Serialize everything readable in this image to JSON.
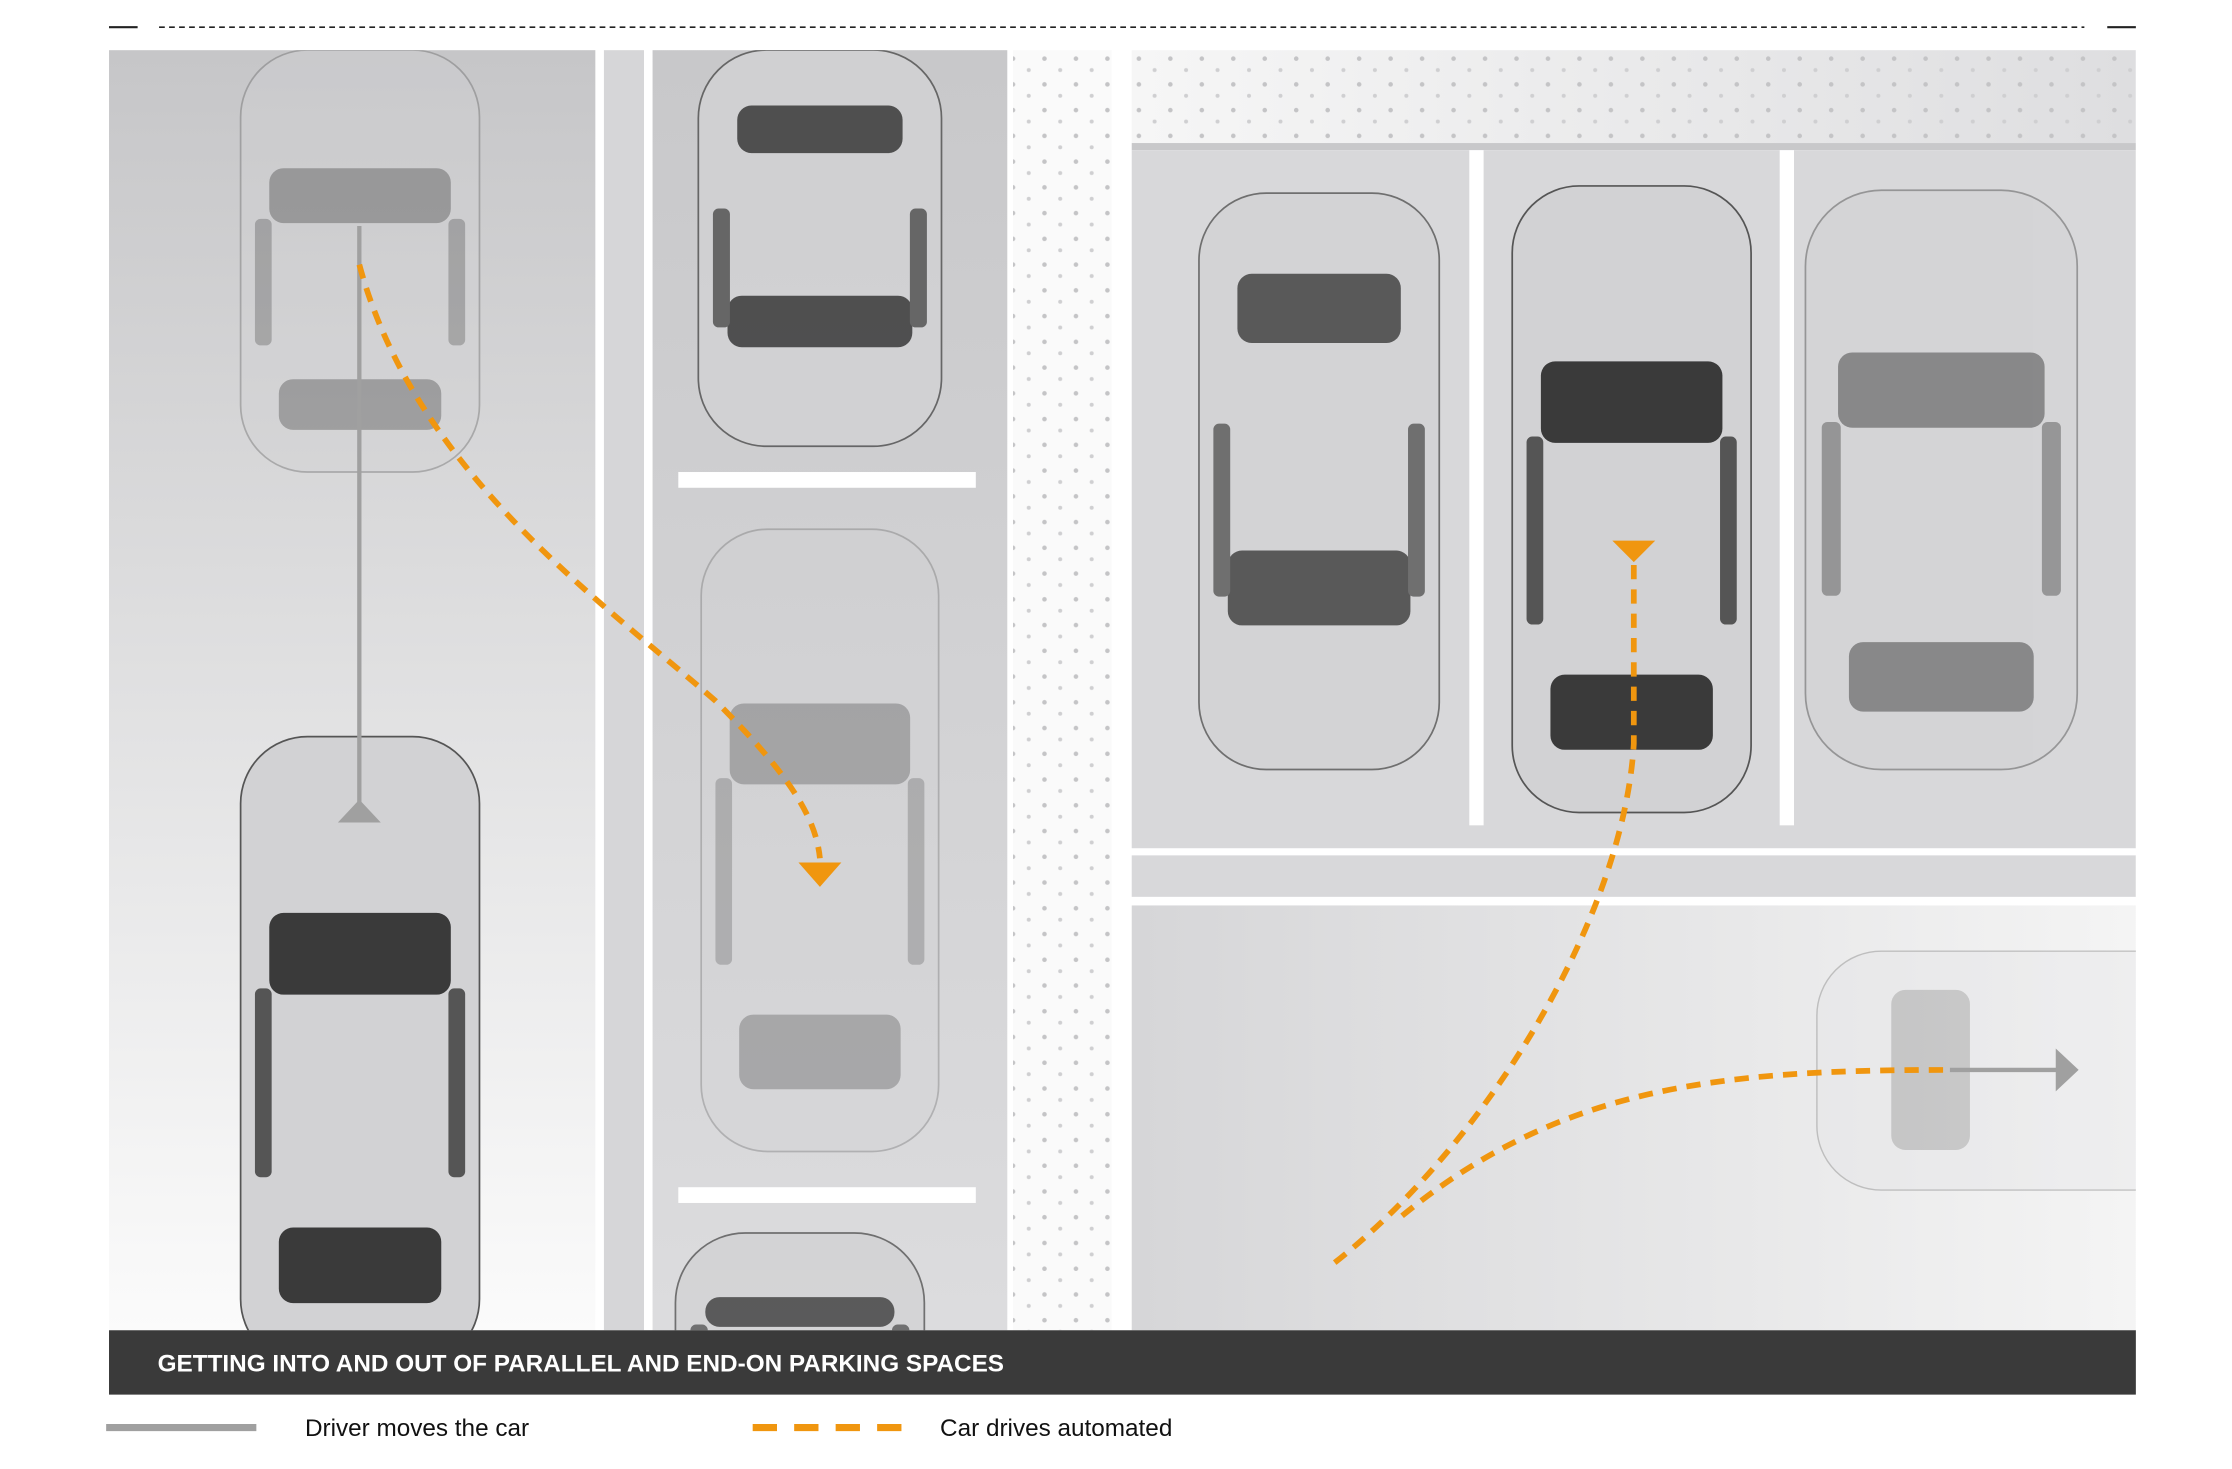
{
  "caption": "GETTING INTO AND OUT OF PARALLEL AND END-ON PARKING SPACES",
  "legend": [
    {
      "label": "Driver moves the car",
      "color": "#a0a0a0",
      "style": "solid"
    },
    {
      "label": "Car drives automated",
      "color": "#f0960f",
      "style": "dashed"
    }
  ],
  "colors": {
    "automated": "#f0960f",
    "driver": "#a0a0a0",
    "banner": "#3a3a3a"
  }
}
